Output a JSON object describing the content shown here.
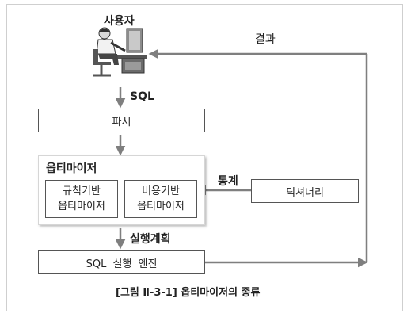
{
  "diagram": {
    "user_label": "사용자",
    "result_label": "결과",
    "sql_label": "SQL",
    "parser_label": "파서",
    "optimizer_label": "옵티마이저",
    "rule_based": {
      "line1": "규칙기반",
      "line2": "옵티마이저"
    },
    "cost_based": {
      "line1": "비용기반",
      "line2": "옵티마이저"
    },
    "stats_label": "통계",
    "dictionary_label": "딕셔너리",
    "plan_label": "실행계획",
    "engine_label": "SQL 실행 엔진",
    "caption": "[그림 Ⅱ-3-1] 옵티마이저의 종류"
  },
  "colors": {
    "arrow": "#7f7f7f",
    "border": "#555555",
    "group_border": "#d6d6d6"
  }
}
